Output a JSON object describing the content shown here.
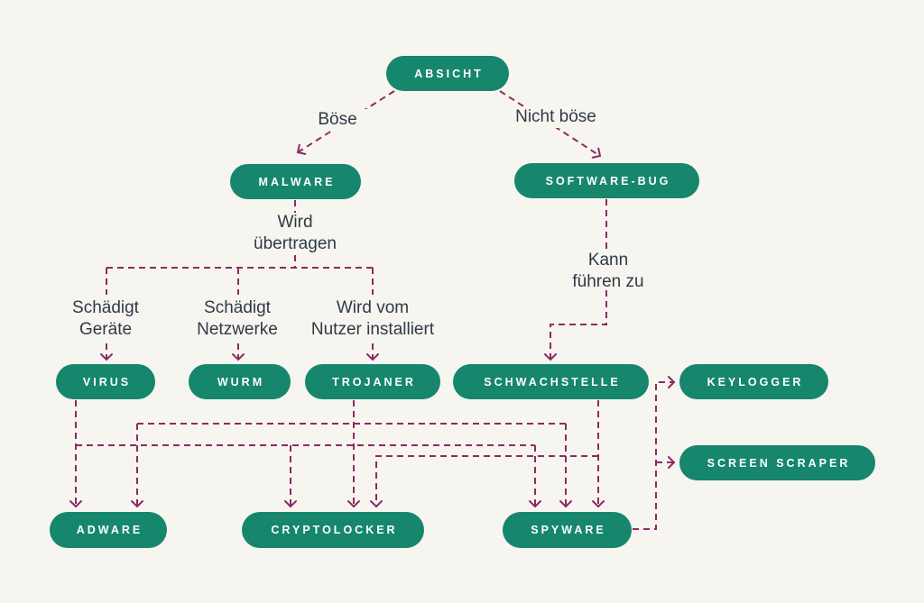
{
  "diagram": {
    "background_color": "#F7F5EF",
    "node_color": "#16866C",
    "node_text_color": "#FFFFFF",
    "connector_color": "#8C2A63",
    "label_text_color": "#2E3A46",
    "nodes": {
      "absicht": {
        "label": "ABSICHT"
      },
      "malware": {
        "label": "MALWARE"
      },
      "software_bug": {
        "label": "SOFTWARE-BUG"
      },
      "virus": {
        "label": "VIRUS"
      },
      "wurm": {
        "label": "WURM"
      },
      "trojaner": {
        "label": "TROJANER"
      },
      "schwachstelle": {
        "label": "SCHWACHSTELLE"
      },
      "keylogger": {
        "label": "KEYLOGGER"
      },
      "screen_scraper": {
        "label": "SCREEN SCRAPER"
      },
      "adware": {
        "label": "ADWARE"
      },
      "cryptolocker": {
        "label": "CRYPTOLOCKER"
      },
      "spyware": {
        "label": "SPYWARE"
      }
    },
    "labels": {
      "boese": {
        "text": "Böse"
      },
      "nicht_boese": {
        "text": "Nicht böse"
      },
      "wird_uebertragen": {
        "line1": "Wird",
        "line2": "übertragen"
      },
      "kann_fuehren_zu": {
        "line1": "Kann",
        "line2": "führen zu"
      },
      "schaedigt_geraete": {
        "line1": "Schädigt",
        "line2": "Geräte"
      },
      "schaedigt_netzwerke": {
        "line1": "Schädigt",
        "line2": "Netzwerke"
      },
      "wird_vom_nutzer": {
        "line1": "Wird vom",
        "line2": "Nutzer installiert"
      }
    },
    "edges": [
      {
        "from": "ABSICHT",
        "to": "MALWARE",
        "label": "Böse"
      },
      {
        "from": "ABSICHT",
        "to": "SOFTWARE-BUG",
        "label": "Nicht böse"
      },
      {
        "from": "MALWARE",
        "to": "VIRUS",
        "label": "Wird übertragen / Schädigt Geräte"
      },
      {
        "from": "MALWARE",
        "to": "WURM",
        "label": "Wird übertragen / Schädigt Netzwerke"
      },
      {
        "from": "MALWARE",
        "to": "TROJANER",
        "label": "Wird übertragen / Wird vom Nutzer installiert"
      },
      {
        "from": "SOFTWARE-BUG",
        "to": "SCHWACHSTELLE",
        "label": "Kann führen zu"
      },
      {
        "from": "VIRUS",
        "to": "ADWARE",
        "label": ""
      },
      {
        "from": "VIRUS",
        "to": "CRYPTOLOCKER",
        "label": ""
      },
      {
        "from": "VIRUS",
        "to": "SPYWARE",
        "label": ""
      },
      {
        "from": "TROJANER",
        "to": "ADWARE",
        "label": ""
      },
      {
        "from": "TROJANER",
        "to": "CRYPTOLOCKER",
        "label": ""
      },
      {
        "from": "TROJANER",
        "to": "SPYWARE",
        "label": ""
      },
      {
        "from": "SCHWACHSTELLE",
        "to": "CRYPTOLOCKER",
        "label": ""
      },
      {
        "from": "SCHWACHSTELLE",
        "to": "SPYWARE",
        "label": ""
      },
      {
        "from": "SPYWARE",
        "to": "KEYLOGGER",
        "label": ""
      },
      {
        "from": "SPYWARE",
        "to": "SCREEN SCRAPER",
        "label": ""
      }
    ]
  }
}
